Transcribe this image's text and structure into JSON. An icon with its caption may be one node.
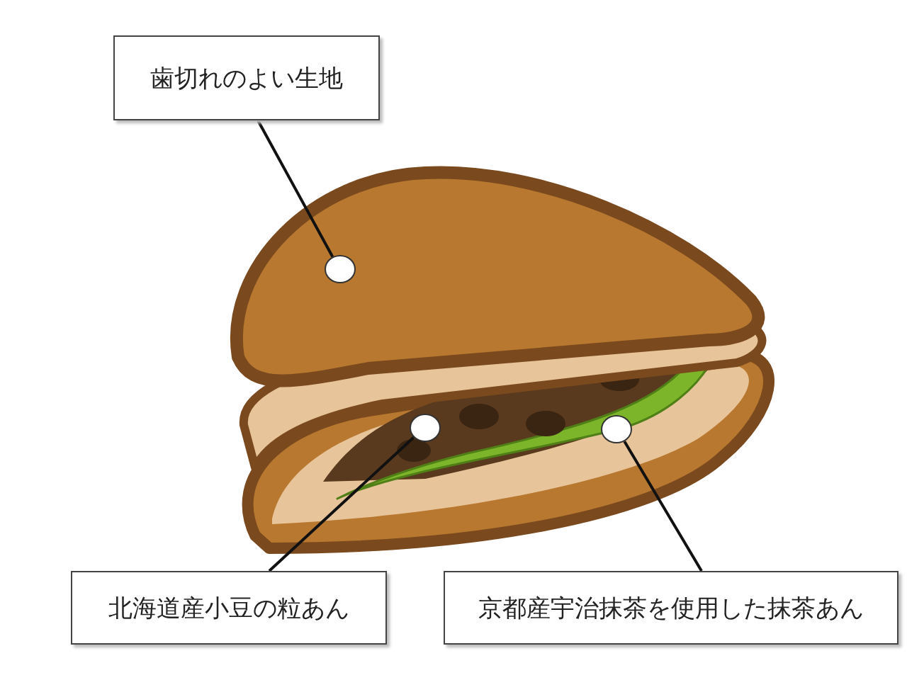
{
  "diagram": {
    "nodes": [
      {
        "text": [
          "歯切れのよい生地"
        ]
      },
      {
        "text": [],
        "shape": "circle"
      },
      {
        "text": [],
        "shape": "circle"
      },
      {
        "text": [],
        "shape": "circle"
      },
      {
        "text": [
          "北海道産小豆の粒あん"
        ]
      },
      {
        "text": [
          "京都産宇治抹茶を使用した抹茶あん"
        ]
      }
    ],
    "edges": [
      {
        "from": 0,
        "to": 1,
        "arrow": "none"
      },
      {
        "from": 4,
        "to": 2,
        "arrow": "none"
      },
      {
        "from": 5,
        "to": 3,
        "arrow": "none"
      }
    ]
  }
}
